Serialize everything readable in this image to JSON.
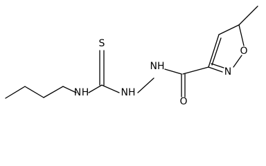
{
  "molecule": {
    "atom_labels": {
      "thione_s": "S",
      "amine_nh": "N",
      "amine_h": "H",
      "hydrazide_nh_1": "NH",
      "hydrazide_nh_2": "NH",
      "carbonyl_o": "O",
      "ring_o": "O",
      "ring_n": "N"
    }
  }
}
